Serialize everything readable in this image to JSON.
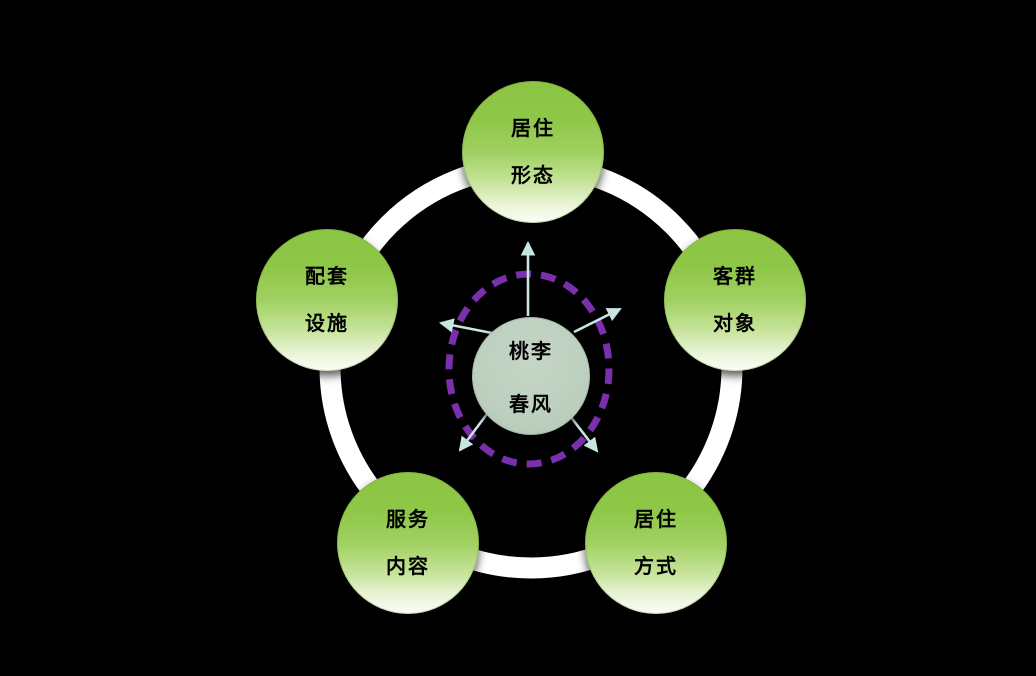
{
  "diagram": {
    "background_color": "#000000",
    "center_node": {
      "label_line1": "桃李",
      "label_line2": "春风",
      "fill_color": "#bccfbe",
      "text_color": "#000000"
    },
    "outer_nodes": [
      {
        "id": "top",
        "label_line1": "居住",
        "label_line2": "形态"
      },
      {
        "id": "left",
        "label_line1": "配套",
        "label_line2": "设施"
      },
      {
        "id": "right",
        "label_line1": "客群",
        "label_line2": "对象"
      },
      {
        "id": "bottom-left",
        "label_line1": "服务",
        "label_line2": "内容"
      },
      {
        "id": "bottom-right",
        "label_line1": "居住",
        "label_line2": "方式"
      }
    ],
    "node_colors": {
      "gradient_top": "#8cc443",
      "gradient_bottom": "#fcfef9",
      "text": "#000000"
    },
    "ring_color": "#ffffff",
    "dashed_circle_color": "#7a2fad",
    "arrow_color": "#c6e5e3"
  }
}
